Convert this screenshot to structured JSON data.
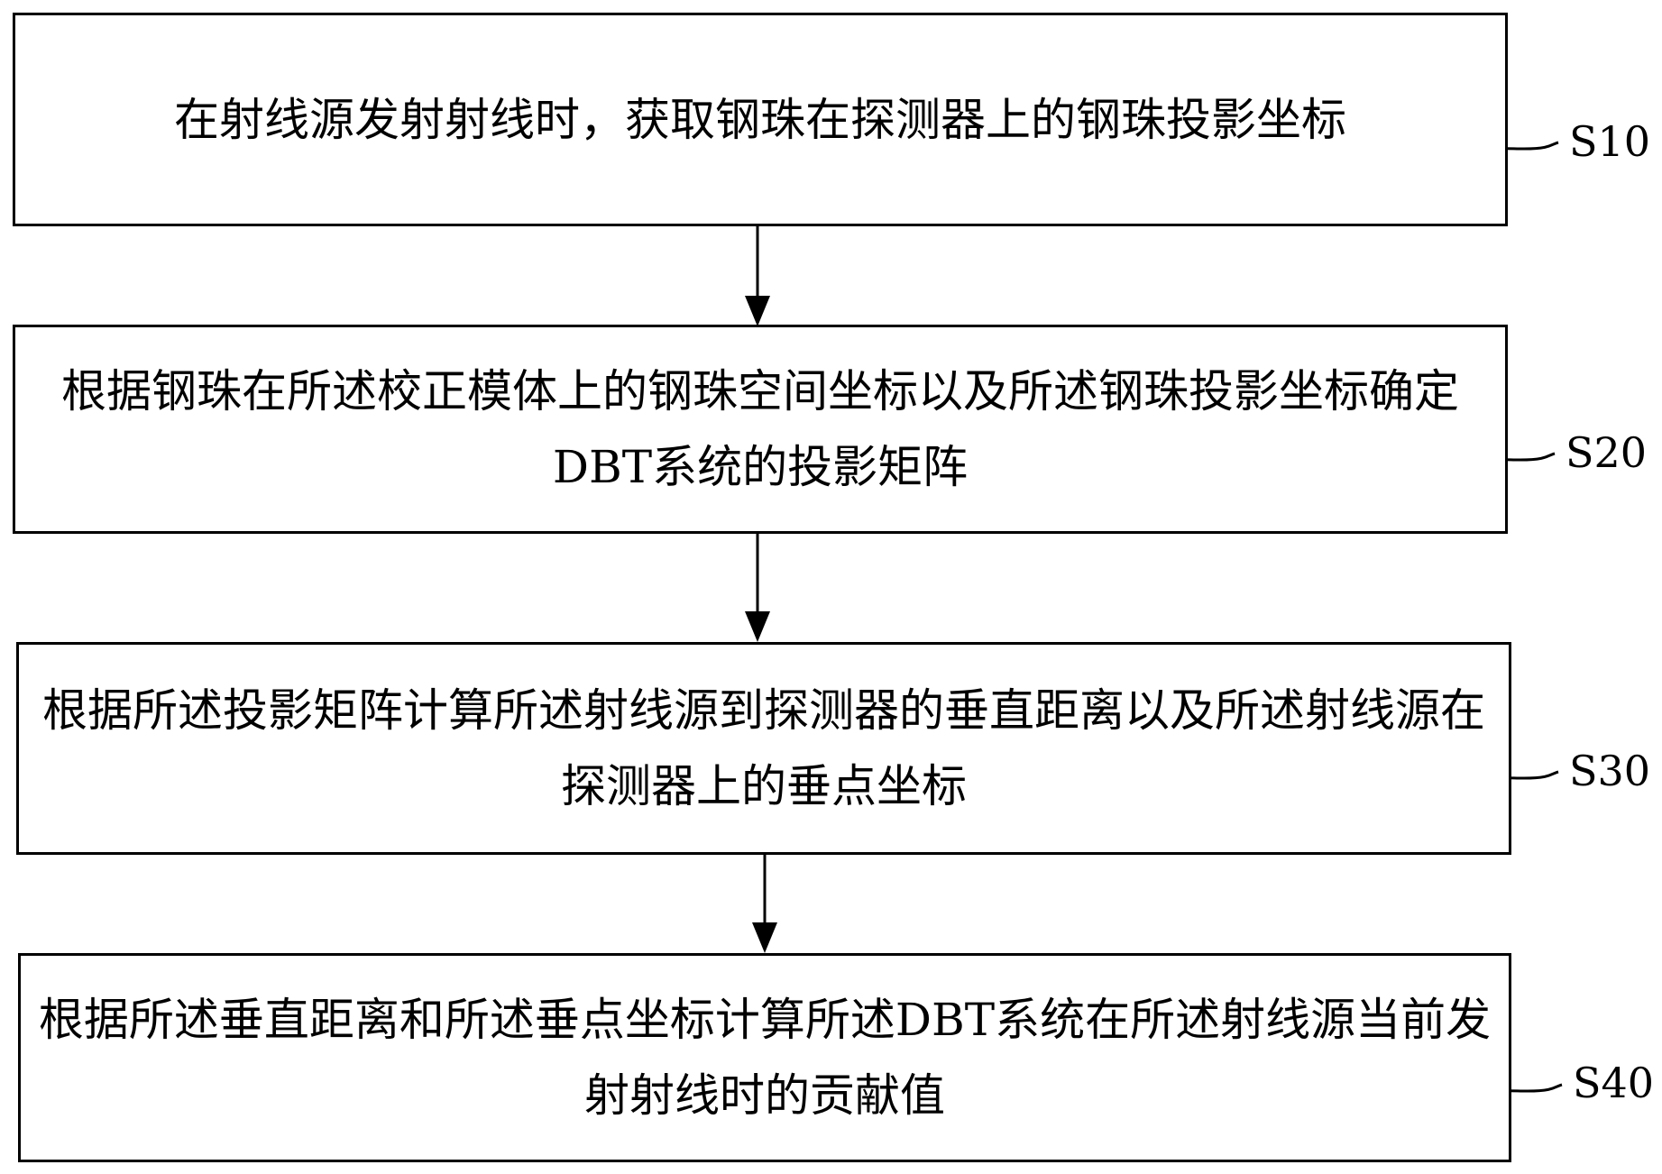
{
  "steps": [
    {
      "id": "S10",
      "label": "S10",
      "text": "在射线源发射射线时，获取钢珠在探测器上的钢珠投影坐标"
    },
    {
      "id": "S20",
      "label": "S20",
      "text": "根据钢珠在所述校正模体上的钢珠空间坐标以及所述钢珠投影坐标确定DBT系统的投影矩阵"
    },
    {
      "id": "S30",
      "label": "S30",
      "text": "根据所述投影矩阵计算所述射线源到探测器的垂直距离以及所述射线源在探测器上的垂点坐标"
    },
    {
      "id": "S40",
      "label": "S40",
      "text": "根据所述垂直距离和所述垂点坐标计算所述DBT系统在所述射线源当前发射射线时的贡献值"
    }
  ],
  "colors": {
    "line": "#000000",
    "background": "#ffffff"
  }
}
